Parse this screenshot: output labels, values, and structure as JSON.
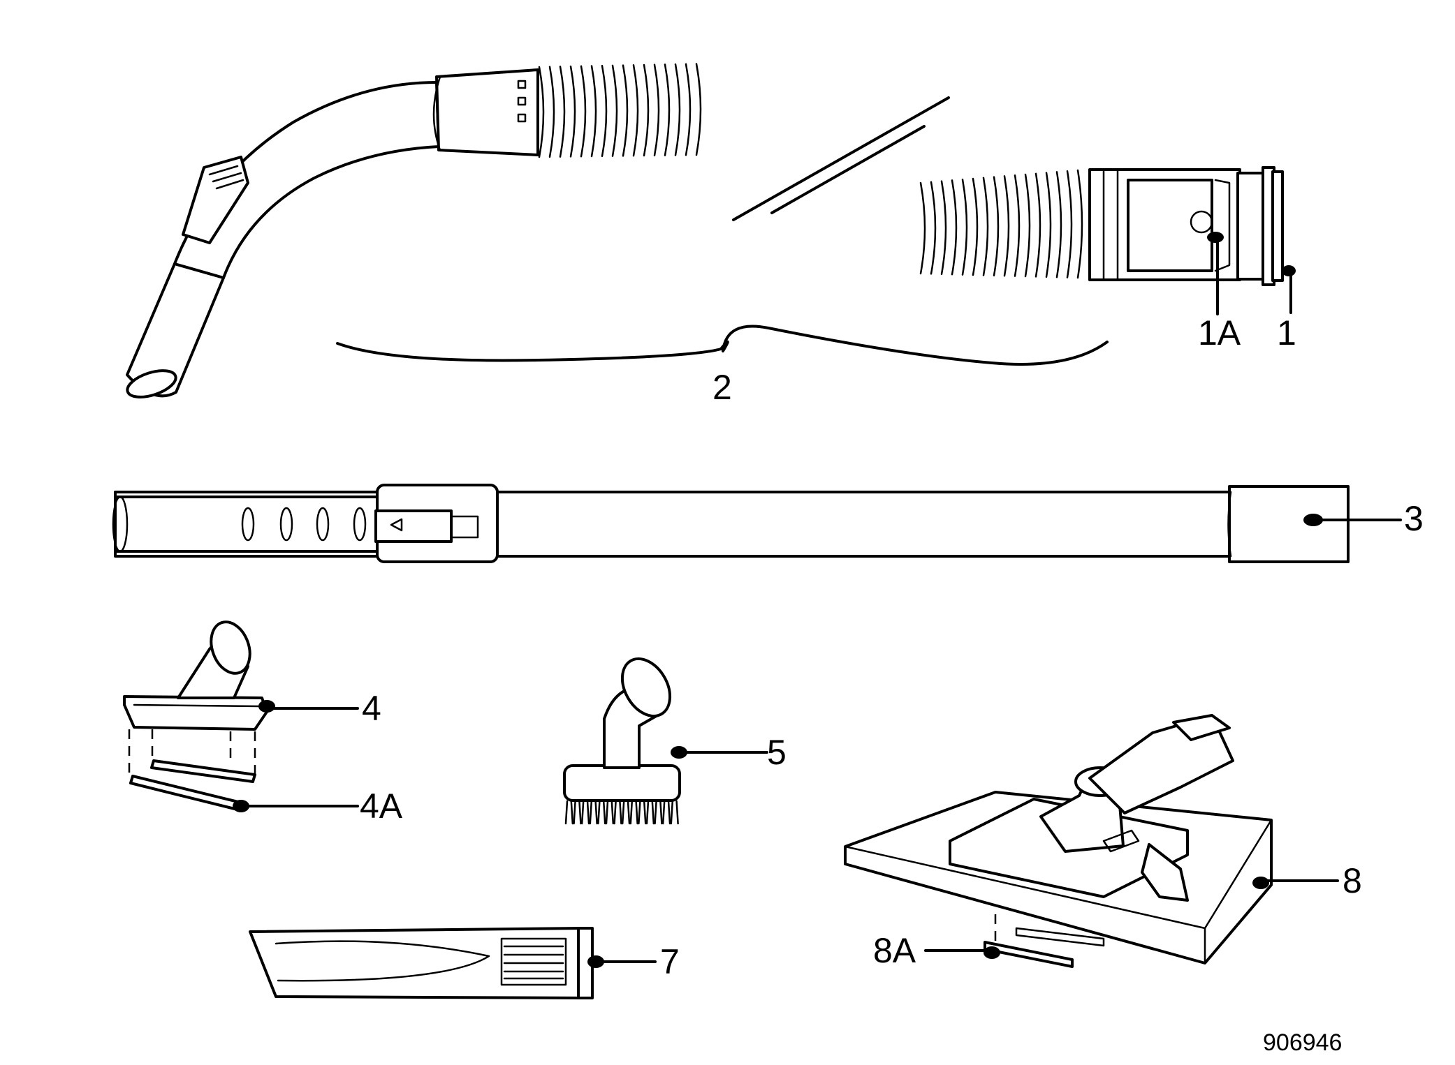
{
  "diagram": {
    "document_number": "906946",
    "callouts": [
      {
        "id": "1",
        "label": "1"
      },
      {
        "id": "1A",
        "label": "1A"
      },
      {
        "id": "2",
        "label": "2"
      },
      {
        "id": "3",
        "label": "3"
      },
      {
        "id": "4",
        "label": "4"
      },
      {
        "id": "4A",
        "label": "4A"
      },
      {
        "id": "5",
        "label": "5"
      },
      {
        "id": "7",
        "label": "7"
      },
      {
        "id": "8",
        "label": "8"
      },
      {
        "id": "8A",
        "label": "8A"
      }
    ],
    "parts": [
      {
        "callout": "1",
        "icon": "hose-end-connector-icon"
      },
      {
        "callout": "1A",
        "icon": "release-button-icon"
      },
      {
        "callout": "2",
        "icon": "flexible-hose-with-handle-icon"
      },
      {
        "callout": "3",
        "icon": "telescopic-wand-icon"
      },
      {
        "callout": "4",
        "icon": "upholstery-nozzle-icon"
      },
      {
        "callout": "4A",
        "icon": "nozzle-strip-icon"
      },
      {
        "callout": "5",
        "icon": "dusting-brush-icon"
      },
      {
        "callout": "7",
        "icon": "crevice-tool-icon"
      },
      {
        "callout": "8",
        "icon": "floor-nozzle-icon"
      },
      {
        "callout": "8A",
        "icon": "floor-nozzle-strip-icon"
      }
    ]
  }
}
